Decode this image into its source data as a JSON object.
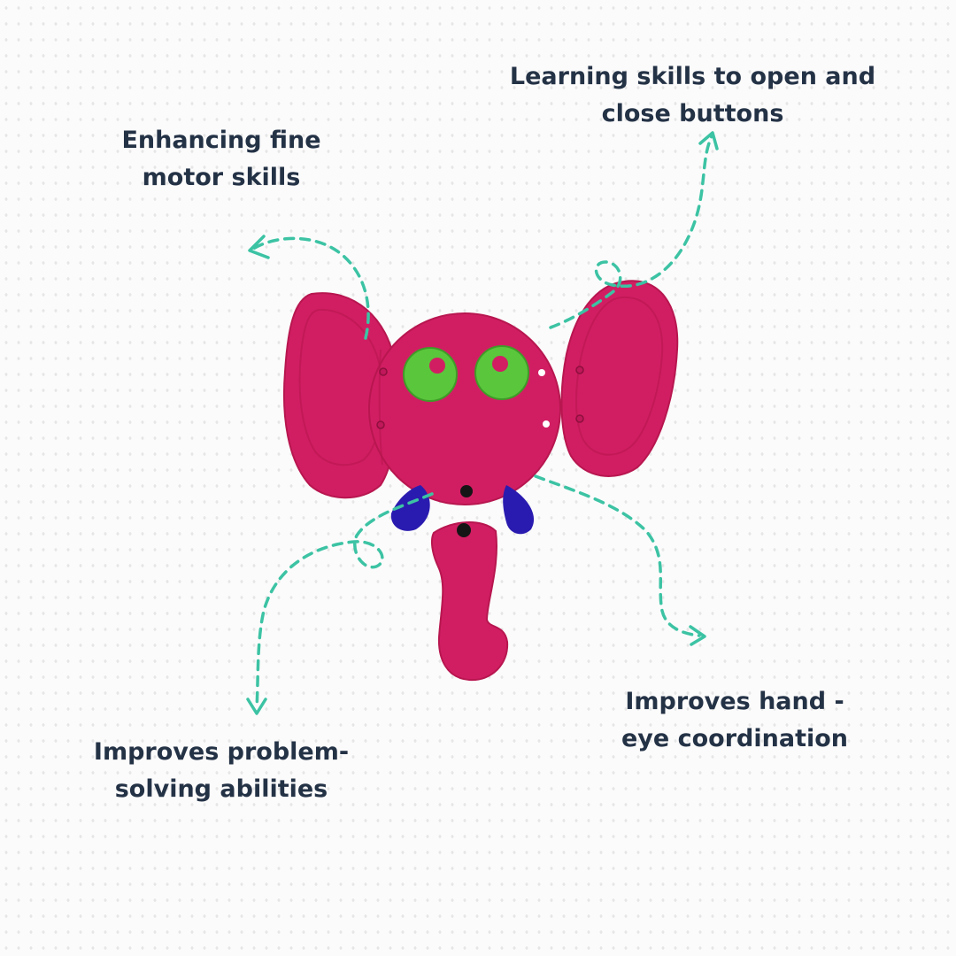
{
  "colors": {
    "caption_text": "#243246",
    "arrow": "#3cc3a4",
    "felt_pink": "#d11e63",
    "felt_pink_shadow": "#b8164f",
    "eye_green": "#5ac63c",
    "tusk_blue": "#2a1bb0",
    "button_black": "#151515"
  },
  "captions": {
    "motor_skills": {
      "line1": "Enhancing fine",
      "line2": "motor skills"
    },
    "buttons": {
      "line1": "Learning skills to open and",
      "line2": "close buttons"
    },
    "problem_solving": {
      "line1": "Improves problem-",
      "line2": "solving abilities"
    },
    "hand_eye": {
      "line1": "Improves hand -",
      "line2": "eye coordination"
    }
  },
  "product": {
    "subject": "felt-elephant-button-toy",
    "icon": "elephant-icon"
  }
}
